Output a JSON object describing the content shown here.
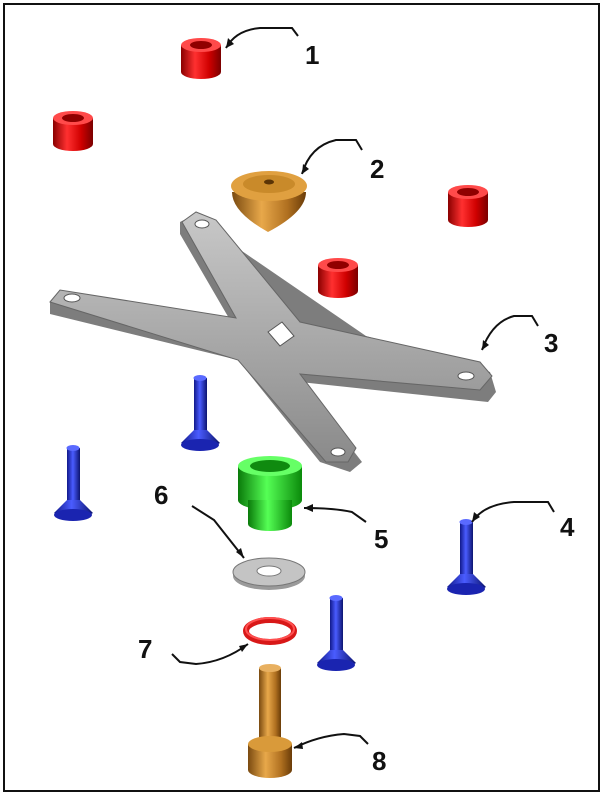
{
  "callouts": [
    {
      "number": "1",
      "part": "spacer-red"
    },
    {
      "number": "2",
      "part": "cap-nut-gold"
    },
    {
      "number": "3",
      "part": "cross-plate-gray"
    },
    {
      "number": "4",
      "part": "screw-blue"
    },
    {
      "number": "5",
      "part": "bushing-green"
    },
    {
      "number": "6",
      "part": "washer-gray"
    },
    {
      "number": "7",
      "part": "oring-red"
    },
    {
      "number": "8",
      "part": "bolt-gold"
    }
  ],
  "colors": {
    "spacer": "#e01010",
    "gold": "#c98a2a",
    "plate": "#a9a9a9",
    "screw": "#2030d8",
    "bushing": "#22cc22",
    "washer": "#b8b8b8",
    "oring": "#d81818"
  }
}
